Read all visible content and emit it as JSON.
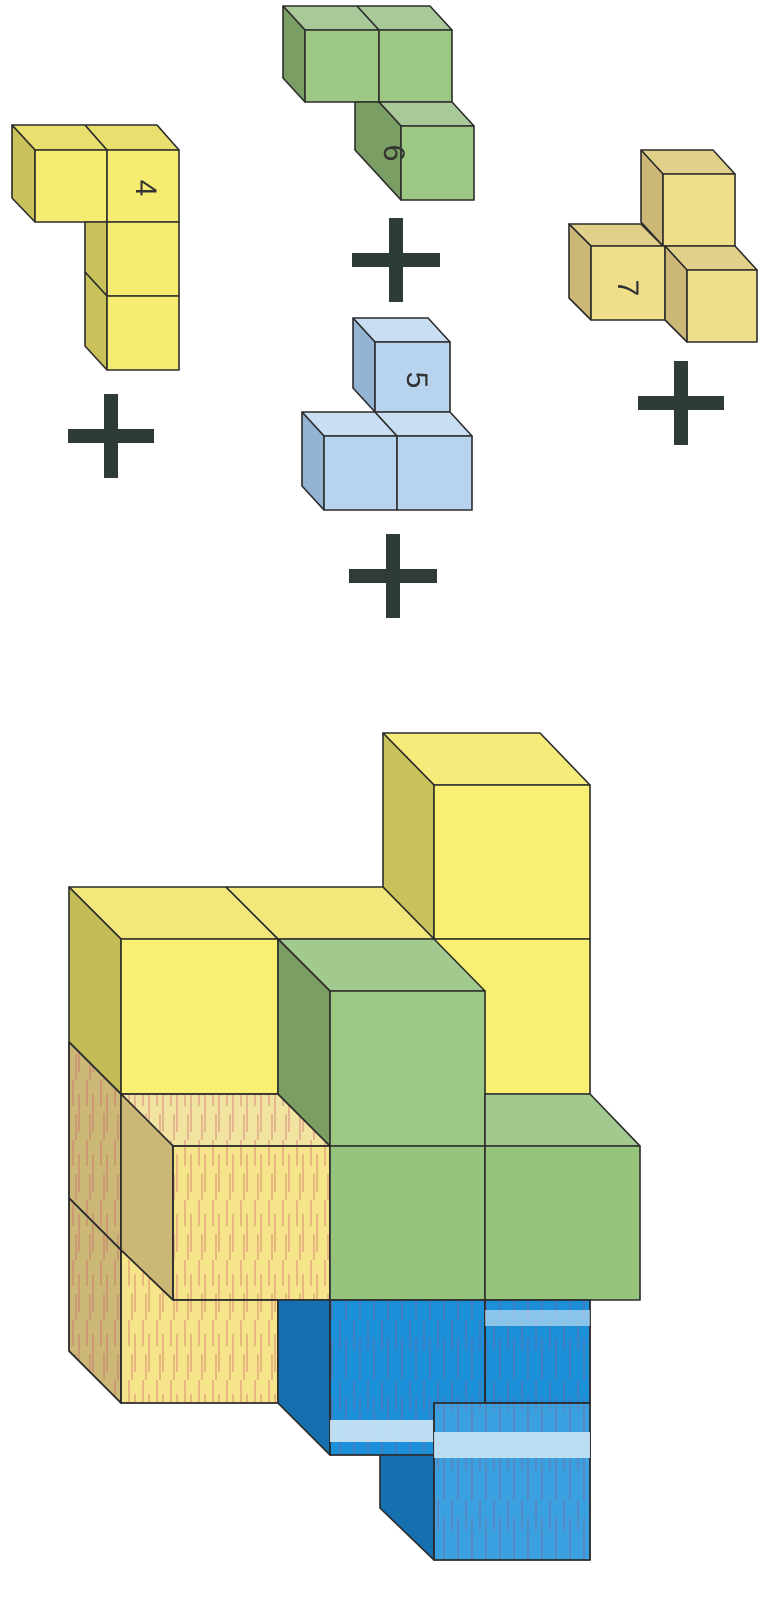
{
  "colors": {
    "yellow": "#f6ec72",
    "yellow_side": "#c9c25a",
    "yellow_top": "#e8df6e",
    "wood": "#f0df8a",
    "wood_side": "#cbb877",
    "wood_top": "#e0d08a",
    "green": "#9cc884",
    "green_side": "#7a9e63",
    "green_top": "#aac99a",
    "lightblue": "#b7d3ee",
    "lightblue_side": "#93b4d3",
    "lightblue_top": "#c9def2",
    "blue": "#1c8fd9",
    "blue_side": "#1670b0",
    "plus": "#2f3b37",
    "edge": "#2b2b2b"
  },
  "pieces": [
    {
      "label": "4",
      "color": "yellow"
    },
    {
      "label": "5",
      "color": "lightblue"
    },
    {
      "label": "6",
      "color": "green"
    },
    {
      "label": "7",
      "color": "wood"
    }
  ],
  "operators": [
    "+",
    "+",
    "+",
    "+"
  ],
  "assembled_figure": {
    "icon": "assembled-cube-structure"
  }
}
